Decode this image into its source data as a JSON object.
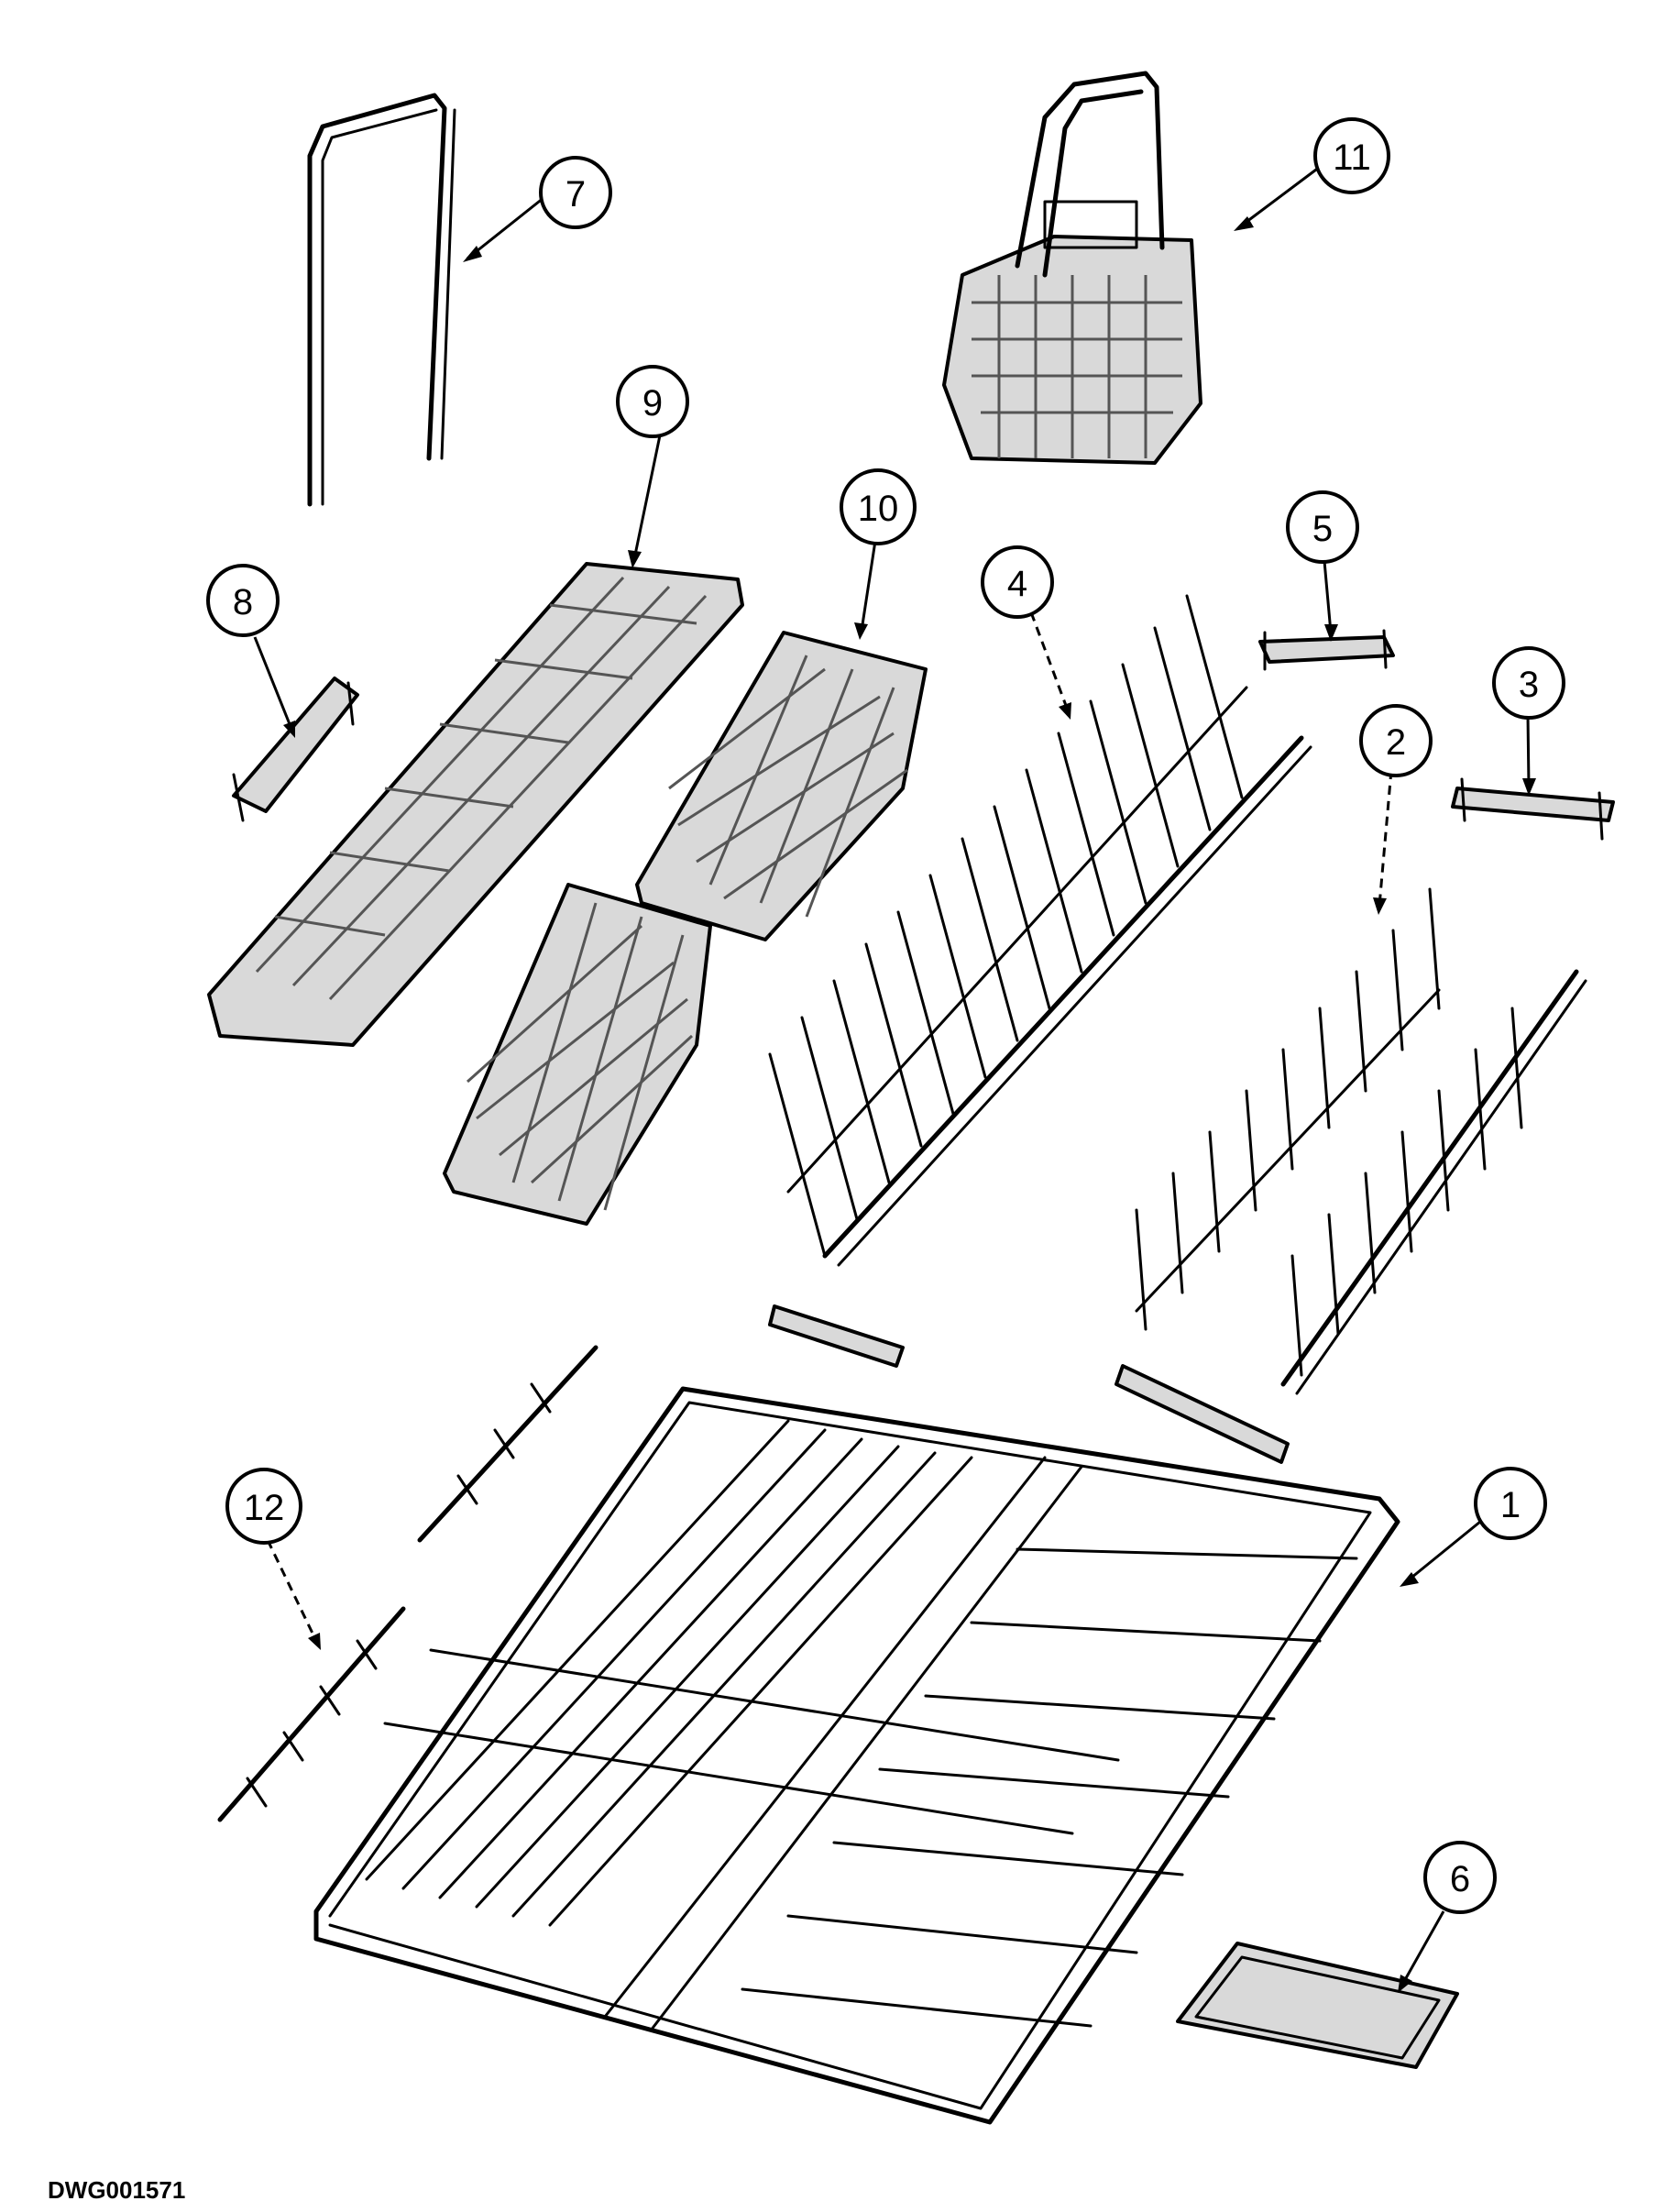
{
  "drawing_code": "DWG001571",
  "callouts": [
    "1",
    "2",
    "3",
    "4",
    "5",
    "6",
    "7",
    "8",
    "9",
    "10",
    "11",
    "12"
  ]
}
